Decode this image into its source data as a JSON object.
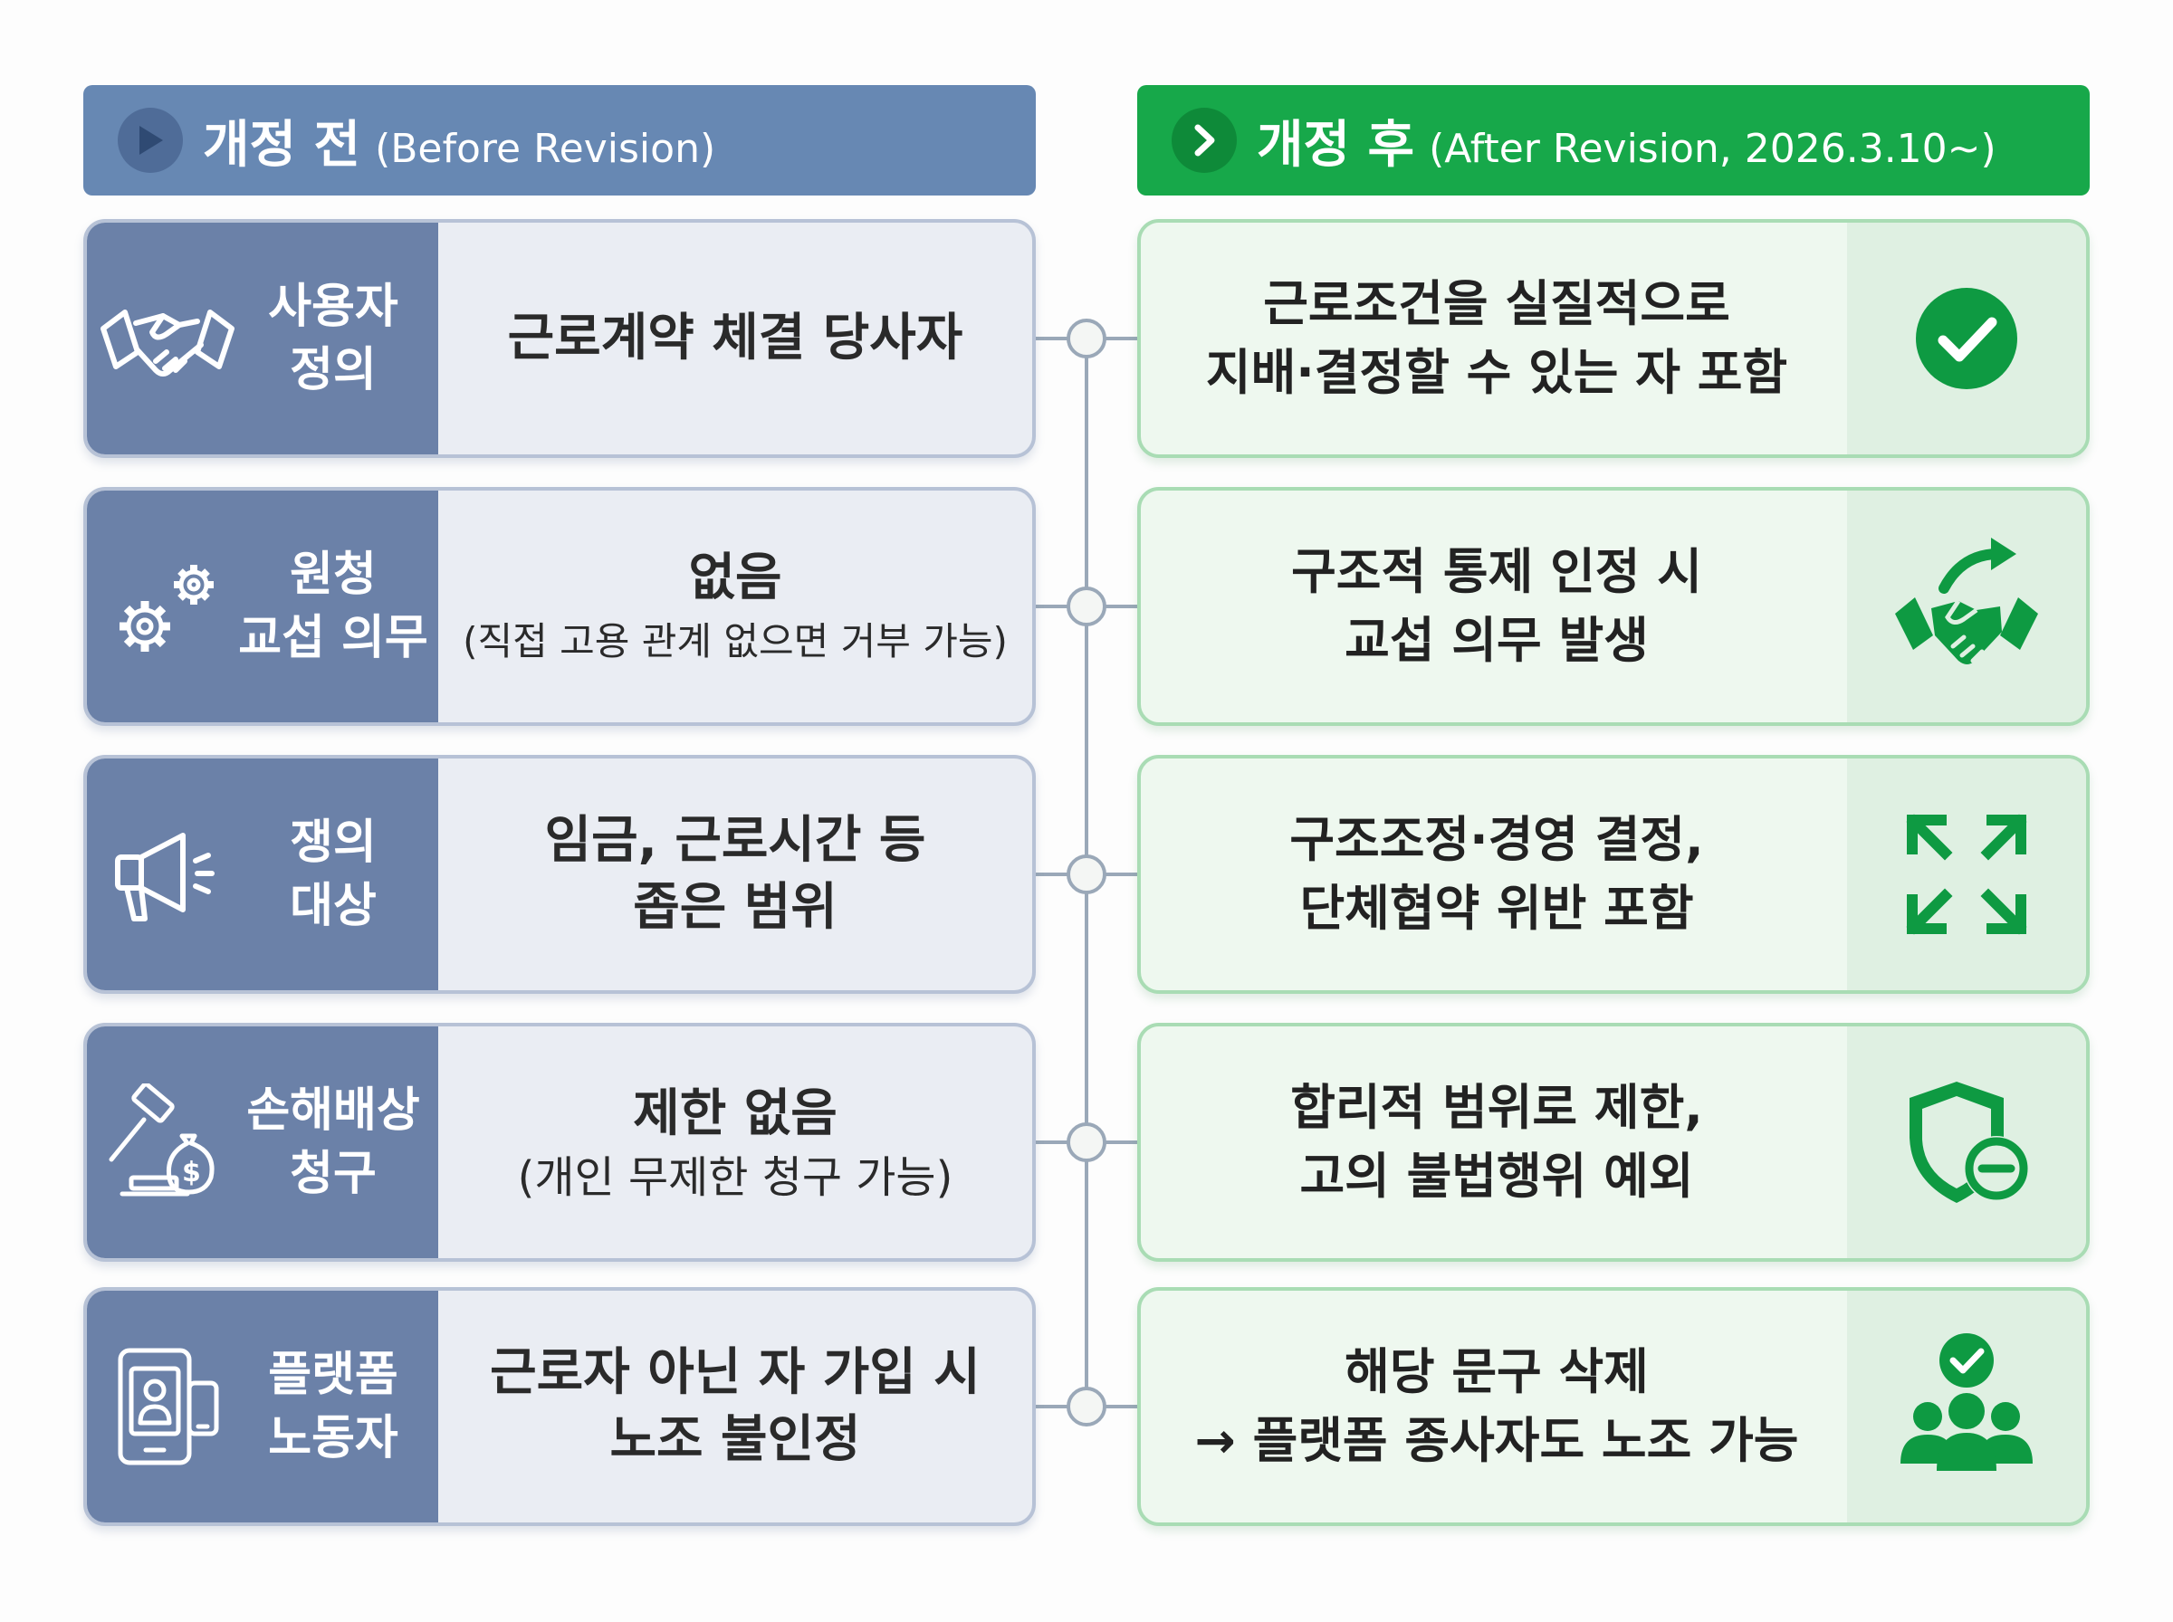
{
  "header_before": {
    "title": "개정 전",
    "subtitle": "(Before Revision)"
  },
  "header_after": {
    "title": "개정 후",
    "subtitle": "(After Revision, 2026.3.10~)"
  },
  "rows": [
    {
      "category": "사용자\n정의",
      "category_icon": "handshake-icon",
      "before": "근로계약 체결 당사자",
      "before_note": "",
      "after": "근로조건을 실질적으로\n지배·결정할 수 있는 자 포함",
      "after_icon": "check-circle-icon"
    },
    {
      "category": "원청\n교섭 의무",
      "category_icon": "gears-icon",
      "before": "없음",
      "before_note": "(직접 고용 관계 없으면 거부 가능)",
      "after": "구조적 통제 인정 시\n교섭 의무 발생",
      "after_icon": "handshake-arrow-icon"
    },
    {
      "category": "쟁의\n대상",
      "category_icon": "megaphone-icon",
      "before": "임금, 근로시간 등\n좁은 범위",
      "before_note": "",
      "after": "구조조정·경영 결정,\n단체협약 위반 포함",
      "after_icon": "expand-arrows-icon"
    },
    {
      "category": "손해배상\n청구",
      "category_icon": "gavel-money-icon",
      "before": "제한 없음",
      "before_note": "(개인 무제한 청구 가능)",
      "after": "합리적 범위로 제한,\n고의 불법행위 예외",
      "after_icon": "shield-minus-icon"
    },
    {
      "category": "플랫폼\n노동자",
      "category_icon": "platform-worker-icon",
      "before": "근로자 아닌 자 가입 시\n노조 불인정",
      "before_note": "",
      "after": "해당 문구 삭제\n→ 플랫폼 종사자도 노조 가능",
      "after_icon": "group-check-icon"
    }
  ],
  "colors": {
    "before_accent": "#6b81a8",
    "after_accent": "#17a84a"
  }
}
